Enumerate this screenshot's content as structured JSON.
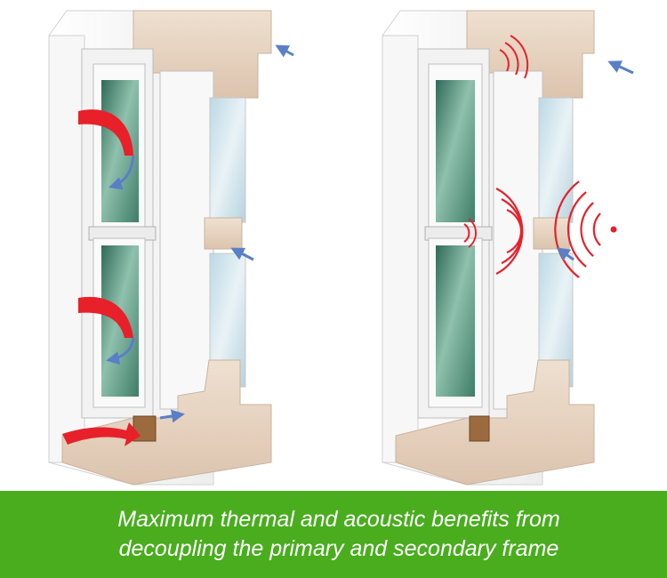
{
  "caption": {
    "line1": "Maximum thermal and acoustic benefits from",
    "line2": "decoupling the primary and secondary frame"
  },
  "colors": {
    "banner": "#49ad1e",
    "caption_text": "#ffffff",
    "heat_arrow": "#e8202a",
    "air_arrow": "#5b7fc6",
    "sound_wave": "#e8202a",
    "masonry": "#e8d6c4",
    "frame": "#f3f3f3",
    "glass": "#5f9a86"
  },
  "panels": [
    {
      "id": "thermal",
      "icons": [
        "heat-flow-arrow-icon",
        "air-flow-arrow-icon"
      ]
    },
    {
      "id": "acoustic",
      "icons": [
        "sound-wave-icon",
        "air-flow-arrow-icon"
      ]
    }
  ]
}
